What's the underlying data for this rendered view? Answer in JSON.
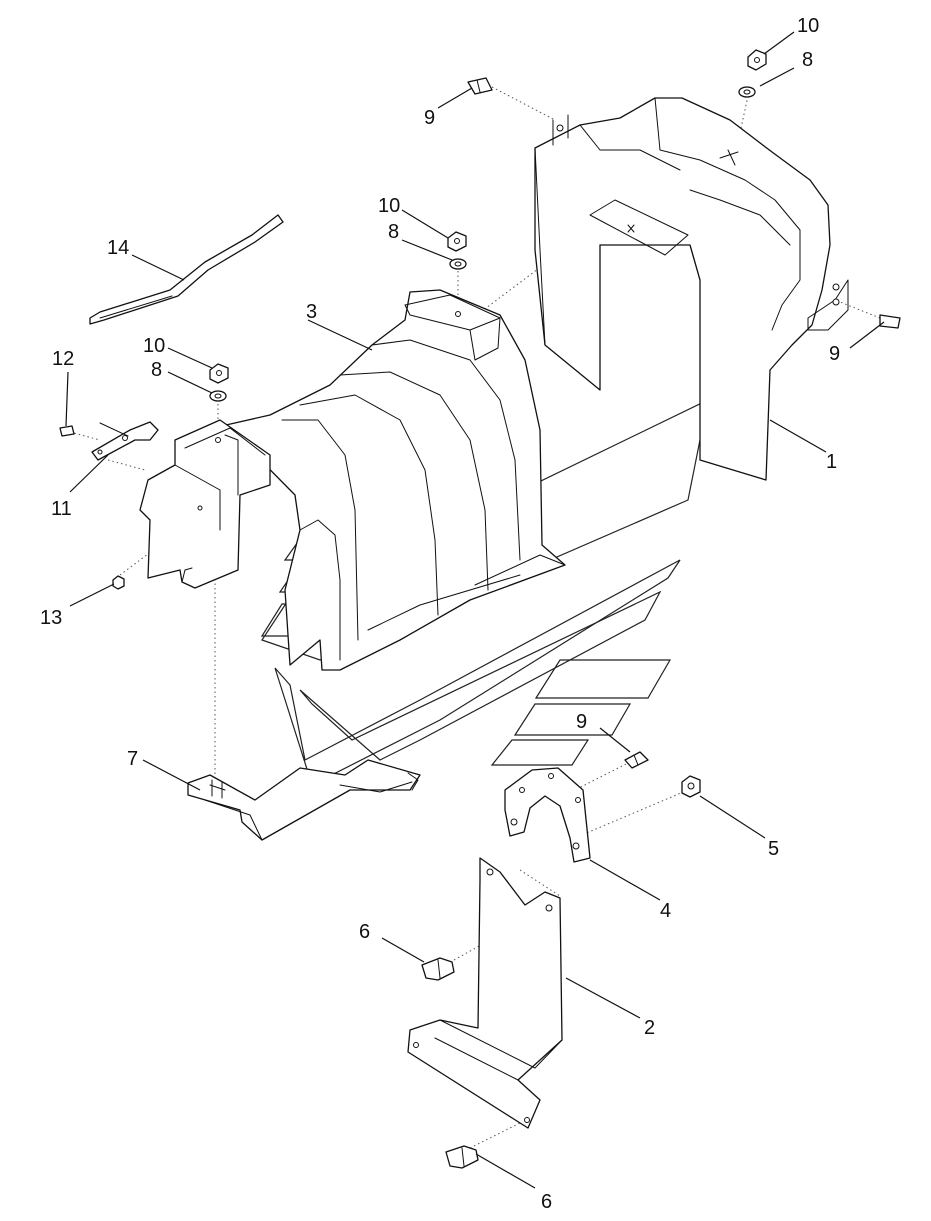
{
  "diagram": {
    "callouts": [
      {
        "id": "c1",
        "label": "1"
      },
      {
        "id": "c2",
        "label": "2"
      },
      {
        "id": "c3",
        "label": "3"
      },
      {
        "id": "c4",
        "label": "4"
      },
      {
        "id": "c5",
        "label": "5"
      },
      {
        "id": "c6a",
        "label": "6"
      },
      {
        "id": "c6b",
        "label": "6"
      },
      {
        "id": "c7",
        "label": "7"
      },
      {
        "id": "c8a",
        "label": "8"
      },
      {
        "id": "c8b",
        "label": "8"
      },
      {
        "id": "c8c",
        "label": "8"
      },
      {
        "id": "c9a",
        "label": "9"
      },
      {
        "id": "c9b",
        "label": "9"
      },
      {
        "id": "c9c",
        "label": "9"
      },
      {
        "id": "c10a",
        "label": "10"
      },
      {
        "id": "c10b",
        "label": "10"
      },
      {
        "id": "c10c",
        "label": "10"
      },
      {
        "id": "c11",
        "label": "11"
      },
      {
        "id": "c12",
        "label": "12"
      },
      {
        "id": "c13",
        "label": "13"
      },
      {
        "id": "c14",
        "label": "14"
      }
    ]
  }
}
